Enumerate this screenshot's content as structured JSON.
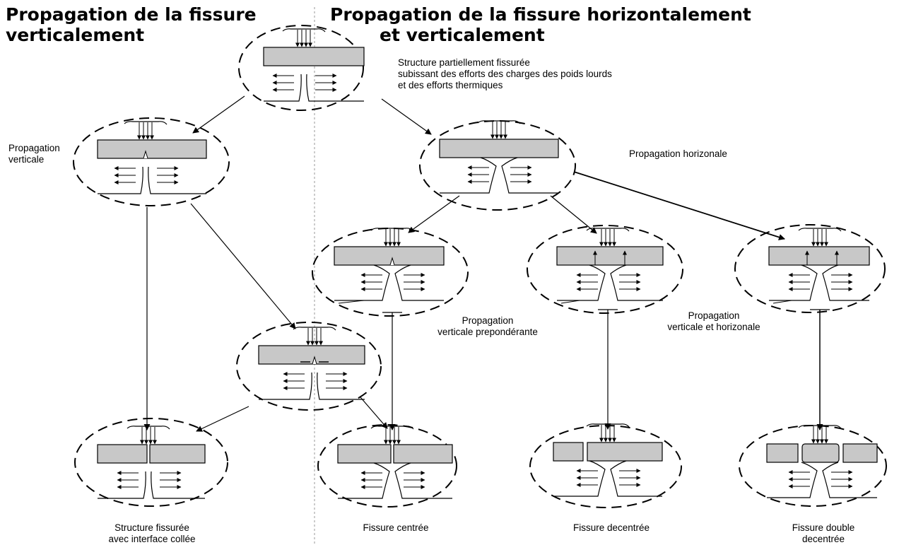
{
  "titles": {
    "left": "Propagation de la fissure verticalement",
    "right_line1": "Propagation de la fissure horizontalement",
    "right_line2": "et verticalement"
  },
  "labels": {
    "top_line1": "Structure partiellement fissurée",
    "top_line2": "subissant des efforts des charges des poids lourds",
    "top_line3": "et des efforts thermiques",
    "prop_vert_line1": "Propagation",
    "prop_vert_line2": "verticale",
    "prop_horiz": "Propagation horizonale",
    "prop_prep_line1": "Propagation",
    "prop_prep_line2": "verticale prepondérante",
    "prop_vh_line1": "Propagation",
    "prop_vh_line2": "verticale  et  horizonale",
    "out1_line1": "Structure fissurée",
    "out1_line2": "avec interface collée",
    "out2": "Fissure centrée",
    "out3": "Fissure decentrée",
    "out4_line1": "Fissure double",
    "out4_line2": "decentrée"
  },
  "colors": {
    "slab": "#c8c8c8",
    "line": "#000000",
    "divider": "#9a9a9a"
  }
}
